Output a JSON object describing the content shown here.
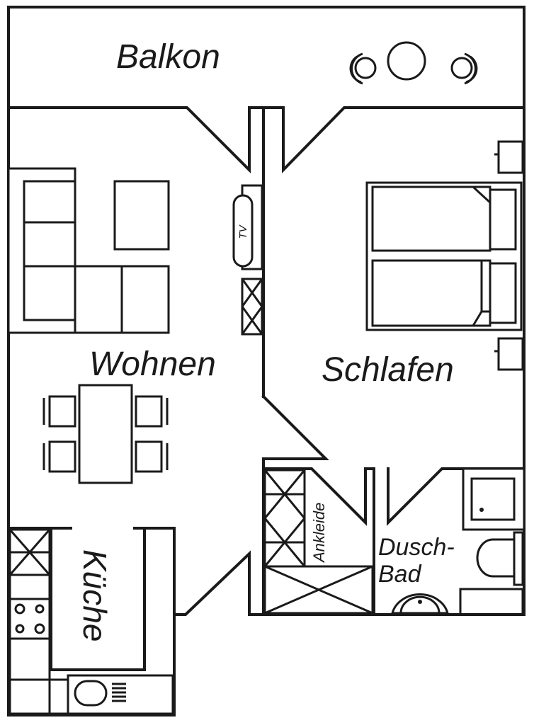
{
  "rooms": {
    "balkon": "Balkon",
    "wohnen": "Wohnen",
    "schlafen": "Schlafen",
    "kueche": "Küche",
    "ankleide": "Ankleide",
    "dusch_bad_line1": "Dusch-",
    "dusch_bad_line2": "Bad"
  },
  "furniture": {
    "tv": "TV"
  },
  "colors": {
    "line": "#1a1a1a",
    "background": "#ffffff"
  }
}
